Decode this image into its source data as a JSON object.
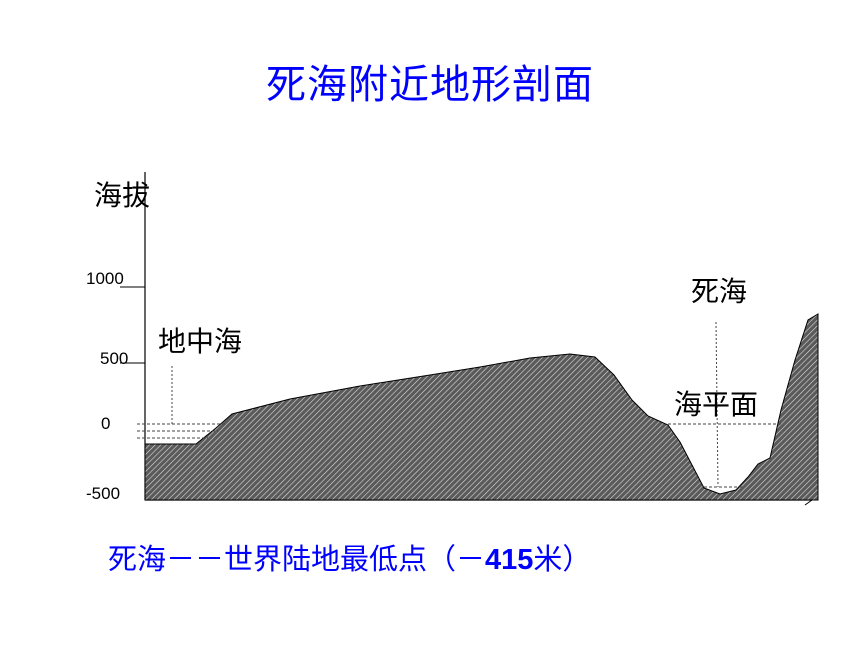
{
  "title": "死海附近地形剖面",
  "y_axis_label": "海拔",
  "ticks": {
    "t1000": "1000",
    "t500": "500",
    "t0": "0",
    "tm500": "-500"
  },
  "labels": {
    "mediterranean": "地中海",
    "dead_sea": "死海",
    "sea_level": "海平面"
  },
  "caption": {
    "prefix": "死海－－世界陆地最低点（－",
    "value": "415",
    "suffix": "米）"
  },
  "colors": {
    "title": "#0000ff",
    "caption": "#0000ff",
    "terrain": "#5a5a5a"
  }
}
